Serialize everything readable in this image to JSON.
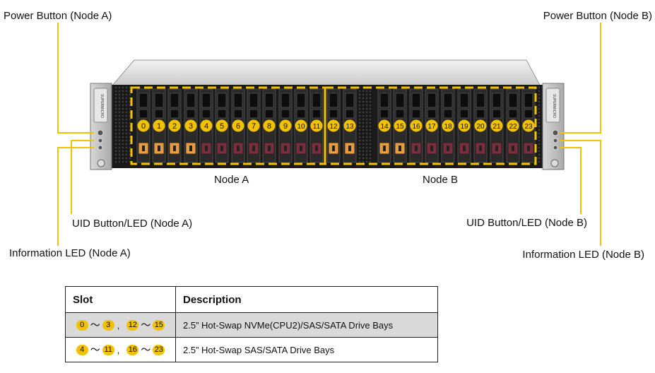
{
  "callouts": {
    "power_a": "Power Button (Node A)",
    "power_b": "Power Button (Node B)",
    "uid_a": "UID Button/LED (Node A)",
    "uid_b": "UID Button/LED (Node B)",
    "info_a": "Information  LED (Node A)",
    "info_b": "Information  LED (Node B)"
  },
  "nodes": {
    "a_label": "Node A",
    "b_label": "Node B"
  },
  "bays": {
    "node_a": [
      "0",
      "1",
      "2",
      "3",
      "4",
      "5",
      "6",
      "7",
      "8",
      "9",
      "10",
      "11",
      "12",
      "13"
    ],
    "node_b": [
      "14",
      "15",
      "16",
      "17",
      "18",
      "19",
      "20",
      "21",
      "22",
      "23"
    ],
    "nvme_capable": [
      "0",
      "1",
      "2",
      "3",
      "12",
      "13",
      "14",
      "15"
    ]
  },
  "ear_text": "SUPERMICRO",
  "table": {
    "headers": [
      "Slot",
      "Description"
    ],
    "rows": [
      {
        "range1": [
          "0",
          "3"
        ],
        "range2": [
          "12",
          "15"
        ],
        "description": "2.5” Hot-Swap NVMe(CPU2)/SAS/SATA  Drive Bays"
      },
      {
        "range1": [
          "4",
          "11"
        ],
        "range2": [
          "16",
          "23"
        ],
        "description": "2.5” Hot-Swap SAS/SATA  Drive Bays"
      }
    ],
    "tilde": "～",
    "comma": ","
  },
  "colors": {
    "accent_yellow": "#f2c100",
    "nvme_latch": "#e69b40",
    "sas_latch": "#7a2e3d",
    "chassis_dark": "#1a1a1a",
    "row_shade": "#d9d9d9"
  }
}
